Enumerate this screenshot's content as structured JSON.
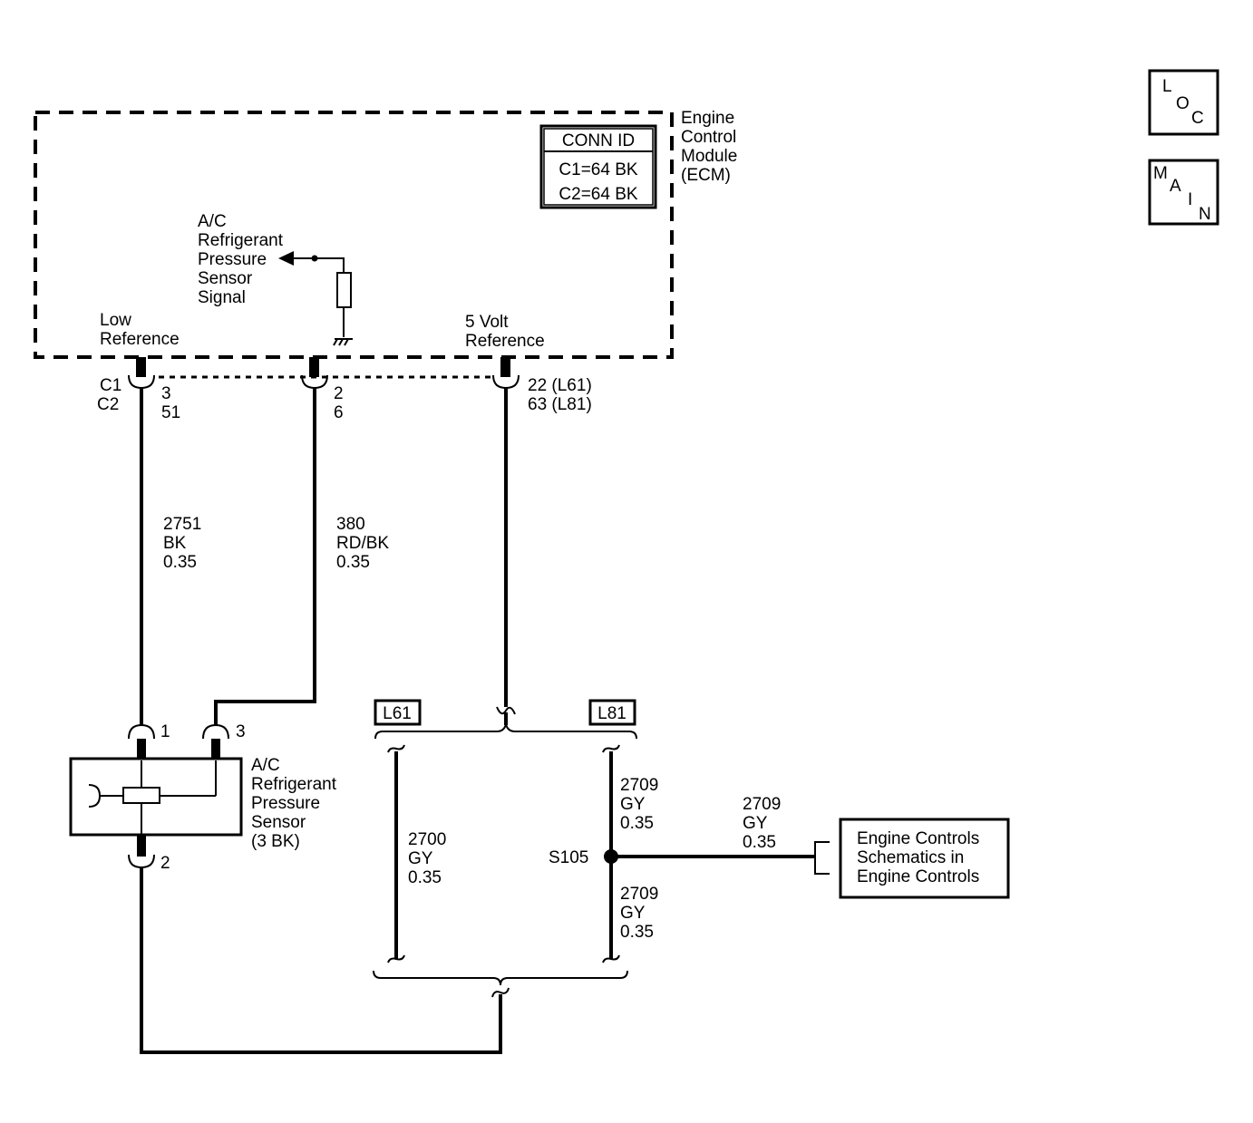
{
  "ecm": {
    "title_lines": [
      "Engine",
      "Control",
      "Module",
      "(ECM)"
    ],
    "conn_id": {
      "title": "CONN ID",
      "rows": [
        "C1=64 BK",
        "C2=64 BK"
      ]
    },
    "signal_label": [
      "A/C",
      "Refrigerant",
      "Pressure",
      "Sensor",
      "Signal"
    ],
    "low_ref_label": [
      "Low",
      "Reference"
    ],
    "five_volt_label": [
      "5 Volt",
      "Reference"
    ]
  },
  "nav_buttons": {
    "loc": [
      "L",
      "O",
      "C"
    ],
    "main": [
      "M",
      "A",
      "I",
      "N"
    ]
  },
  "pins": {
    "low_ref_connectors": [
      "C1",
      "C2"
    ],
    "low_ref_numbers": [
      "3",
      "51"
    ],
    "signal_numbers": [
      "2",
      "6"
    ],
    "five_volt_numbers": [
      "22 (L61)",
      "63 (L81)"
    ]
  },
  "wires": {
    "low_ref": [
      "2751",
      "BK",
      "0.35"
    ],
    "signal": [
      "380",
      "RD/BK",
      "0.35"
    ],
    "l61": [
      "2700",
      "GY",
      "0.35"
    ],
    "l81_upper": [
      "2709",
      "GY",
      "0.35"
    ],
    "l81_lower": [
      "2709",
      "GY",
      "0.35"
    ],
    "to_engine": [
      "2709",
      "GY",
      "0.35"
    ]
  },
  "sensor": {
    "label": [
      "A/C",
      "Refrigerant",
      "Pressure",
      "Sensor",
      "(3 BK)"
    ],
    "pins": [
      "1",
      "3",
      "2"
    ]
  },
  "options": {
    "left": "L61",
    "right": "L81"
  },
  "splice": "S105",
  "engine_controls": [
    "Engine Controls",
    "Schematics in",
    "Engine Controls"
  ]
}
